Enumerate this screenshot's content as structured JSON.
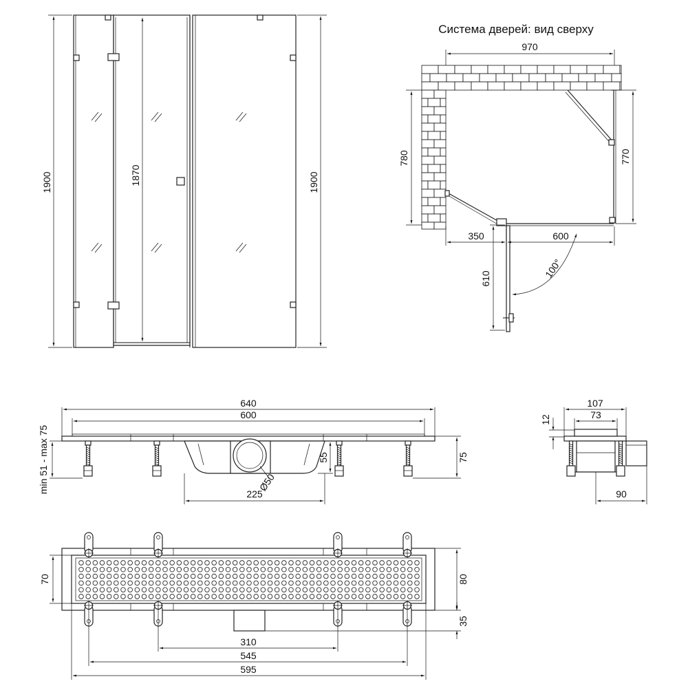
{
  "top_view": {
    "title": "Система дверей: вид сверху",
    "width_970": "970",
    "depth_780": "780",
    "depth_770": "770",
    "fixed_350": "350",
    "door_600": "600",
    "door_610": "610",
    "angle": "100°"
  },
  "front_view": {
    "height_left": "1900",
    "height_door": "1870",
    "height_right": "1900"
  },
  "drain_side": {
    "total_640": "640",
    "grate_600": "600",
    "min_max_legs": "min 51 - max 75",
    "depth_55": "55",
    "depth_75": "75",
    "outlet_dia": "Ø50",
    "outlet_pos_225": "225"
  },
  "drain_end": {
    "width_107": "107",
    "width_73": "73",
    "height_12": "12",
    "outlet_90": "90"
  },
  "drain_plan": {
    "height_70": "70",
    "height_80": "80",
    "outlet_35": "35",
    "legs_310": "310",
    "legs_545": "545",
    "overall_595": "595"
  }
}
